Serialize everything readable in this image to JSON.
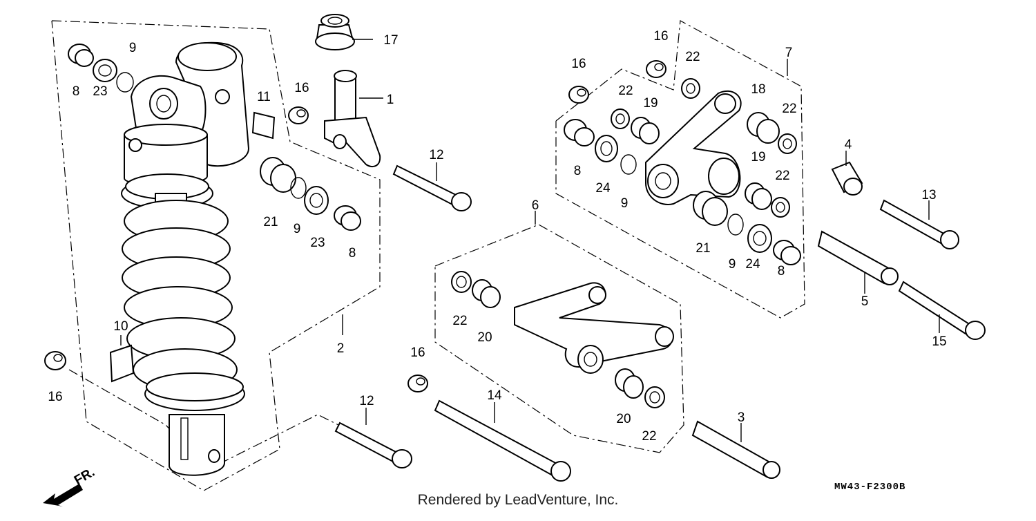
{
  "diagram": {
    "code": "MW43-F2300B",
    "footer": "Rendered by LeadVenture, Inc.",
    "direction_label": "FR.",
    "callouts": [
      {
        "id": "c-8a",
        "label": "8"
      },
      {
        "id": "c-23a",
        "label": "23"
      },
      {
        "id": "c-9a",
        "label": "9"
      },
      {
        "id": "c-17",
        "label": "17"
      },
      {
        "id": "c-1",
        "label": "1"
      },
      {
        "id": "c-16a",
        "label": "16"
      },
      {
        "id": "c-11",
        "label": "11"
      },
      {
        "id": "c-12a",
        "label": "12"
      },
      {
        "id": "c-21a",
        "label": "21"
      },
      {
        "id": "c-9b",
        "label": "9"
      },
      {
        "id": "c-23b",
        "label": "23"
      },
      {
        "id": "c-8b",
        "label": "8"
      },
      {
        "id": "c-2",
        "label": "2"
      },
      {
        "id": "c-10",
        "label": "10"
      },
      {
        "id": "c-16b",
        "label": "16"
      },
      {
        "id": "c-12b",
        "label": "12"
      },
      {
        "id": "c-16c",
        "label": "16"
      },
      {
        "id": "c-14",
        "label": "14"
      },
      {
        "id": "c-16d",
        "label": "16"
      },
      {
        "id": "c-16e",
        "label": "16"
      },
      {
        "id": "c-22a",
        "label": "22"
      },
      {
        "id": "c-7",
        "label": "7"
      },
      {
        "id": "c-22b",
        "label": "22"
      },
      {
        "id": "c-19a",
        "label": "19"
      },
      {
        "id": "c-18",
        "label": "18"
      },
      {
        "id": "c-22c",
        "label": "22"
      },
      {
        "id": "c-8c",
        "label": "8"
      },
      {
        "id": "c-24a",
        "label": "24"
      },
      {
        "id": "c-9c",
        "label": "9"
      },
      {
        "id": "c-19b",
        "label": "19"
      },
      {
        "id": "c-22d",
        "label": "22"
      },
      {
        "id": "c-21b",
        "label": "21"
      },
      {
        "id": "c-9d",
        "label": "9"
      },
      {
        "id": "c-24b",
        "label": "24"
      },
      {
        "id": "c-8d",
        "label": "8"
      },
      {
        "id": "c-4",
        "label": "4"
      },
      {
        "id": "c-13",
        "label": "13"
      },
      {
        "id": "c-5",
        "label": "5"
      },
      {
        "id": "c-15",
        "label": "15"
      },
      {
        "id": "c-6",
        "label": "6"
      },
      {
        "id": "c-22e",
        "label": "22"
      },
      {
        "id": "c-20a",
        "label": "20"
      },
      {
        "id": "c-20b",
        "label": "20"
      },
      {
        "id": "c-22f",
        "label": "22"
      },
      {
        "id": "c-3",
        "label": "3"
      }
    ]
  }
}
